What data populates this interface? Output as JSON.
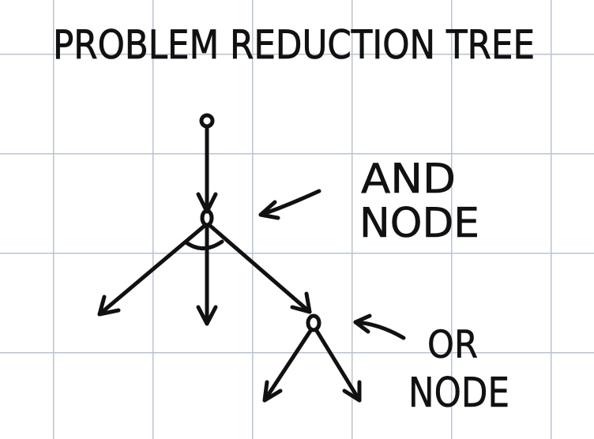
{
  "title": "PROBLEM REDUCTION TREE",
  "labels": {
    "and_node": [
      "AND",
      "NODE"
    ],
    "or_node": [
      "OR",
      "NODE"
    ]
  },
  "colors": {
    "ink": "#111111",
    "grid": "#b9c3d3",
    "paper": "#ffffff"
  }
}
